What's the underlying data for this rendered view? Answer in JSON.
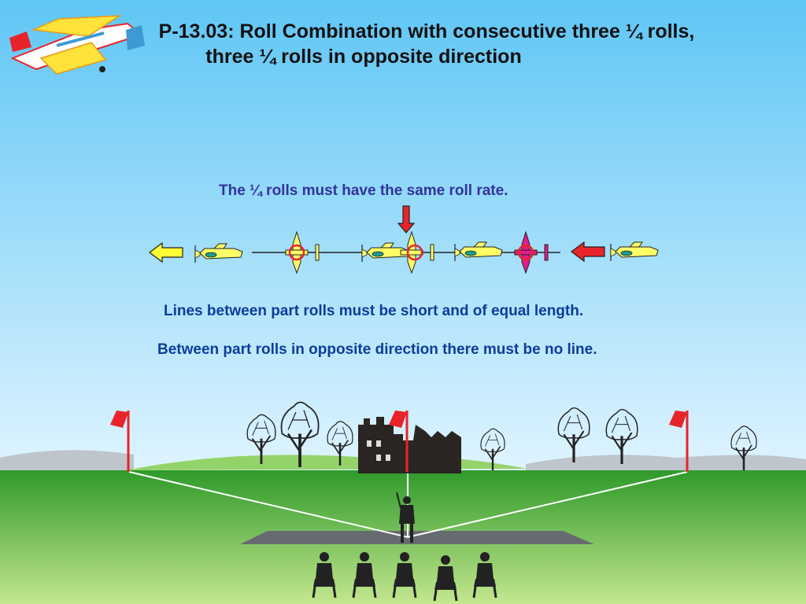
{
  "title": {
    "line1": "P-13.03: Roll Combination with consecutive three ¼ rolls,",
    "line2": "three ¼  rolls in opposite direction"
  },
  "notes": {
    "roll_rate": "The ¼  rolls must have the same roll rate.",
    "lines": "Lines between part rolls must be short and of equal length.",
    "no_line": "Between part rolls in opposite direction there must be no line."
  },
  "colors": {
    "sky_top": "#5fc6f5",
    "sky_bottom": "#d8f2ff",
    "grass_top": "#2f9a2a",
    "grass_bottom": "#bfe38a",
    "plane_yellow": "#ffff66",
    "plane_magenta": "#e21c8a",
    "arrow_yellow": "#ffff33",
    "arrow_red": "#e8242a",
    "roll_circle": "#e8242a",
    "flag": "#e8242a",
    "title_text": "#111111",
    "note_purple": "#33339a",
    "note_blue": "#0c3d9a"
  },
  "icons": {
    "logo": "aerobatic-plane-icon",
    "entry_arrow": "arrow-left-icon",
    "vertical_marker": "arrow-down-icon",
    "roll_mark": "circle-icon"
  }
}
